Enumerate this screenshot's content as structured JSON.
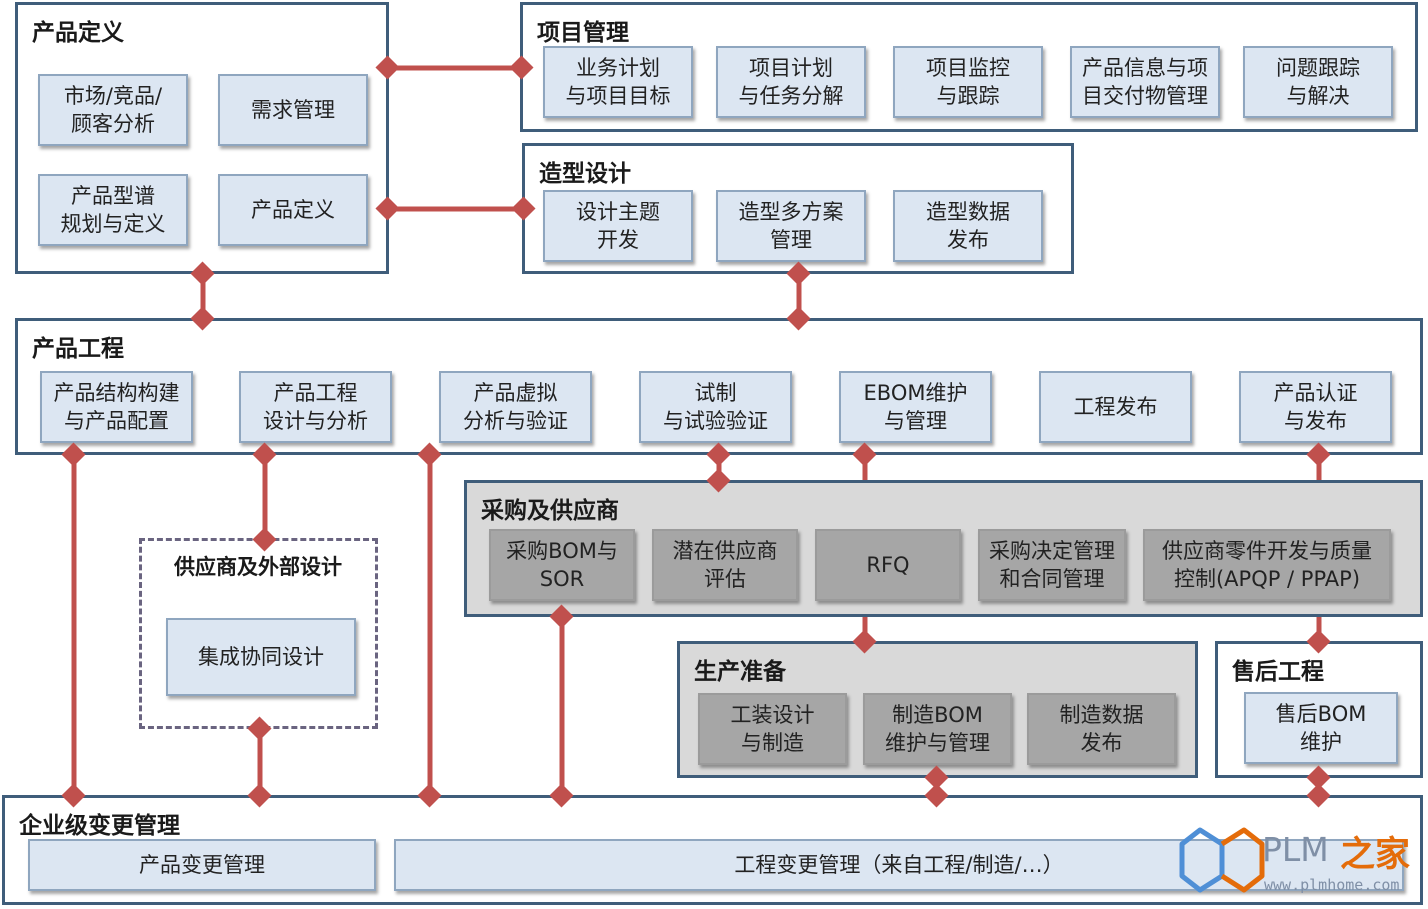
{
  "groups": {
    "product_definition": {
      "title": "产品定义",
      "boxes": [
        "市场/竞品/\n顾客分析",
        "需求管理",
        "产品型谱\n规划与定义",
        "产品定义"
      ]
    },
    "project_management": {
      "title": "项目管理",
      "boxes": [
        "业务计划\n与项目目标",
        "项目计划\n与任务分解",
        "项目监控\n与跟踪",
        "产品信息与项\n目交付物管理",
        "问题跟踪\n与解决"
      ]
    },
    "styling_design": {
      "title": "造型设计",
      "boxes": [
        "设计主题\n开发",
        "造型多方案\n管理",
        "造型数据\n发布"
      ]
    },
    "product_engineering": {
      "title": "产品工程",
      "boxes": [
        "产品结构构建\n与产品配置",
        "产品工程\n设计与分析",
        "产品虚拟\n分析与验证",
        "试制\n与试验验证",
        "EBOM维护\n与管理",
        "工程发布",
        "产品认证\n与发布"
      ]
    },
    "supplier_external": {
      "title": "供应商及外部设计",
      "boxes": [
        "集成协同设计"
      ]
    },
    "procurement": {
      "title": "采购及供应商",
      "boxes": [
        "采购BOM与\nSOR",
        "潜在供应商\n评估",
        "RFQ",
        "采购决定管理\n和合同管理",
        "供应商零件开发与质量\n控制(APQP / PPAP)"
      ]
    },
    "production_prep": {
      "title": "生产准备",
      "boxes": [
        "工装设计\n与制造",
        "制造BOM\n维护与管理",
        "制造数据\n发布"
      ]
    },
    "aftersales": {
      "title": "售后工程",
      "boxes": [
        "售后BOM\n维护"
      ]
    },
    "change_management": {
      "title": "企业级变更管理",
      "boxes": [
        "产品变更管理",
        "工程变更管理（来自工程/制造/…）"
      ]
    }
  },
  "logo": {
    "brand": "PLM",
    "brand_cn": "之家",
    "url": "www.plmhome.com"
  },
  "colors": {
    "border": "#3f5d7a",
    "box_fill": "#dce6f2",
    "gray_fill": "#d9d9d9",
    "dark_box": "#a6a6a6",
    "connector": "#c0504d"
  }
}
